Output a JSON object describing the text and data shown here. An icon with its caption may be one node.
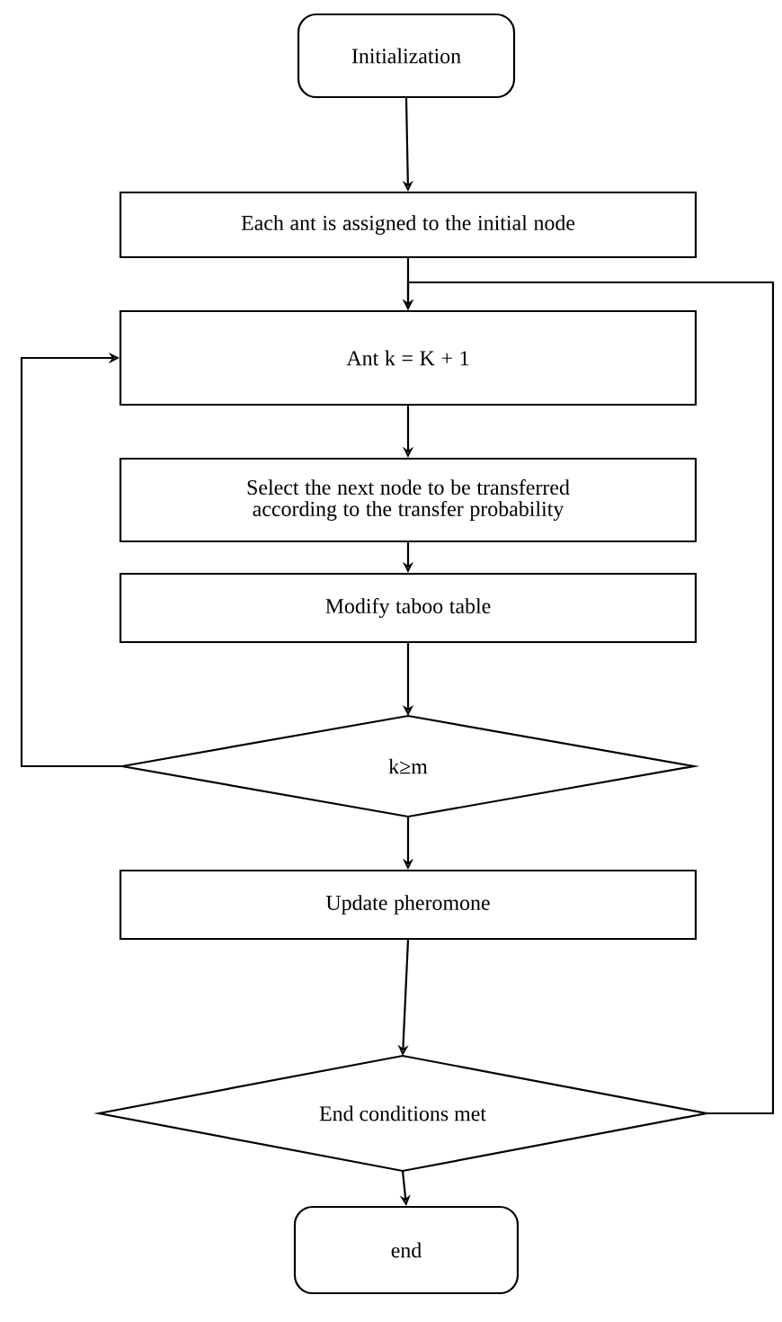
{
  "diagram": {
    "nodes": [
      {
        "text": [
          "Initialization"
        ]
      },
      {
        "text": [
          "Each ant is assigned to the initial node"
        ]
      },
      {
        "text": [
          "Ant k = K + 1"
        ]
      },
      {
        "text": [
          "Select the next node to be transferred according to the transfer probability"
        ]
      },
      {
        "text": [
          "Modify taboo table"
        ]
      },
      {
        "text": [
          "k≥m"
        ]
      },
      {
        "text": [
          "Update pheromone"
        ]
      },
      {
        "text": [
          "End conditions met"
        ]
      },
      {
        "text": [
          "end"
        ]
      }
    ],
    "edges": [
      {
        "from": 0,
        "to": 1,
        "arrow": "to"
      },
      {
        "from": 1,
        "to": 2,
        "arrow": "to"
      },
      {
        "from": 2,
        "to": 3,
        "arrow": "to"
      },
      {
        "from": 3,
        "to": 4,
        "arrow": "to"
      },
      {
        "from": 4,
        "to": 5,
        "arrow": "to"
      },
      {
        "from": 5,
        "to": 2,
        "arrow": "to"
      },
      {
        "from": 5,
        "to": 6,
        "arrow": "to"
      },
      {
        "from": 6,
        "to": 7,
        "arrow": "to"
      },
      {
        "from": 7,
        "to": 8,
        "arrow": "to"
      },
      {
        "from": 7,
        "to": 2,
        "arrow": "to"
      }
    ]
  }
}
